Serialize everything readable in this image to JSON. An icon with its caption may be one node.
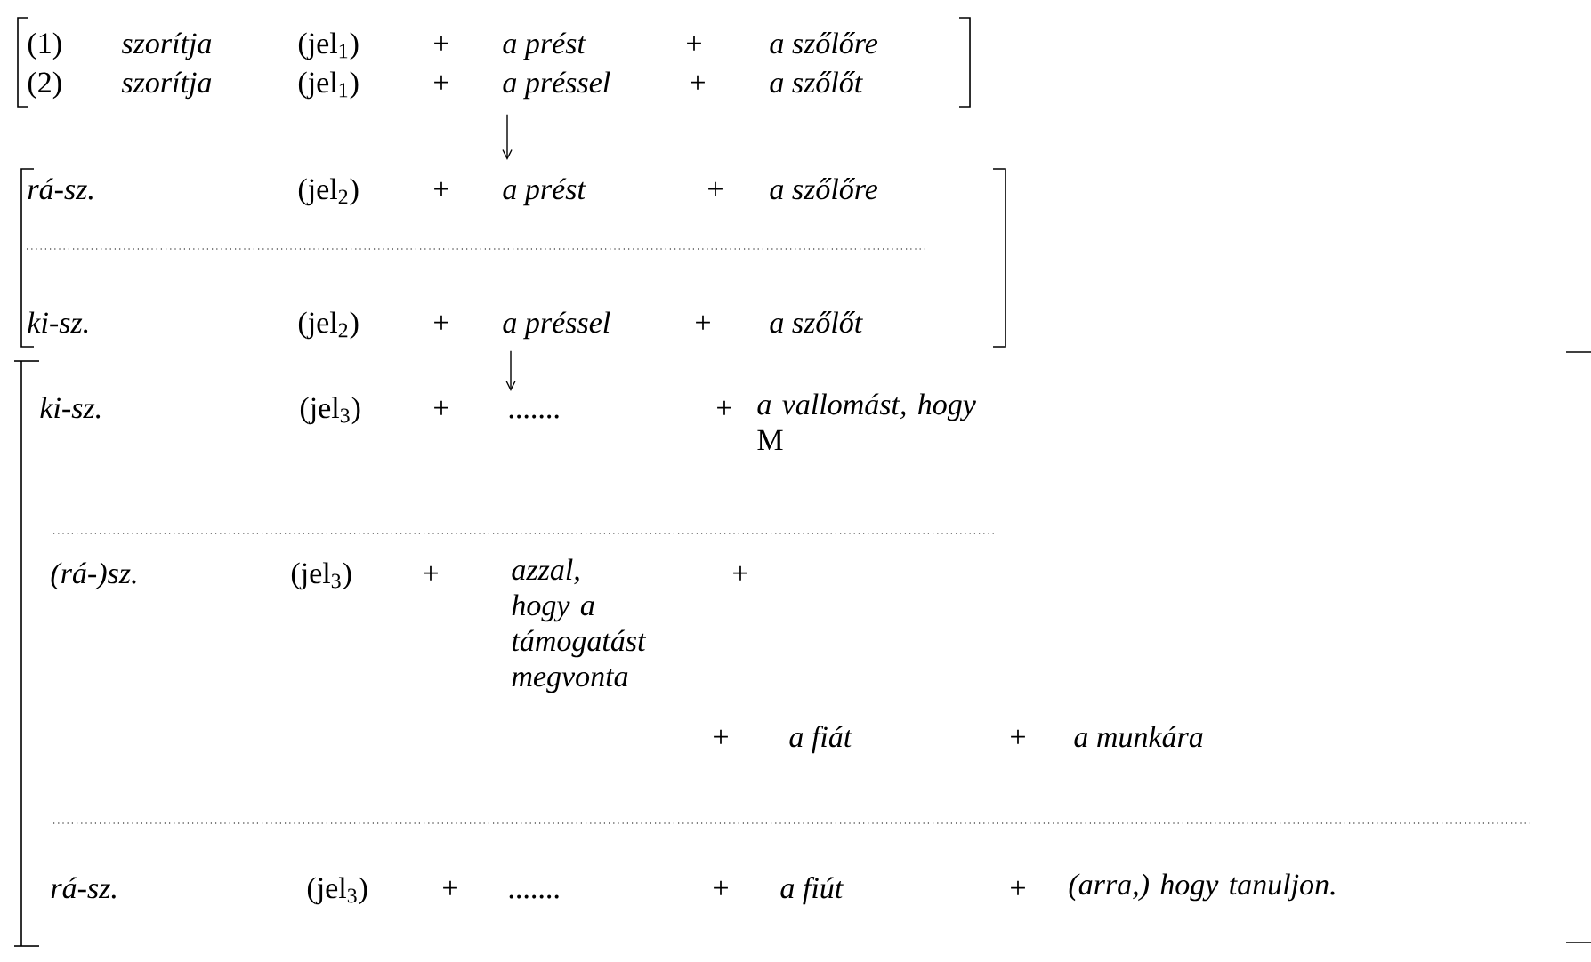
{
  "diagram": {
    "nodes": [
      {
        "text": [
          "(1)",
          "szorítja",
          "(jel$_{1}$)",
          "+",
          "a prést",
          "+",
          "a szőlőre",
          "(2)",
          "szorítja",
          "(jel$_{1}$)",
          "+",
          "a préssel",
          "+",
          "a szőlőt"
        ]
      },
      {
        "text": [
          "rá-sz.",
          "(jel$_{2}$)",
          "+",
          "a prést",
          "+",
          "a szőlőre",
          "ki-sz.",
          "(jel$_{2}$)",
          "+",
          "a préssel",
          "+",
          "a szőlőt"
        ]
      },
      {
        "text": [
          "ki-sz.",
          "(jel$_{3}$)",
          "+",
          ".......",
          "+",
          "*a vallomást, hogy* M",
          "(rá-)sz.",
          "(jel$_{3}$)",
          "+",
          "azzal, hogy a támogatást megvonta",
          "+",
          "+",
          "a fiát",
          "+",
          "a munkára",
          "rá-sz.",
          "(jel$_{3}$)",
          "+",
          ".......",
          "+",
          "a fiút",
          "+",
          "(arra,) hogy tanuljon."
        ]
      }
    ],
    "edges": [
      {
        "from": 0,
        "to": 1,
        "arrow": "to"
      },
      {
        "from": 1,
        "to": 2,
        "arrow": "to"
      }
    ]
  }
}
